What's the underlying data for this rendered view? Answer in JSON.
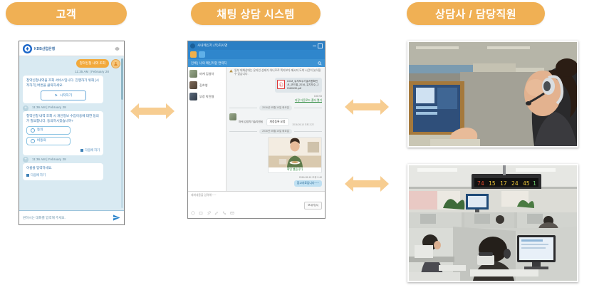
{
  "columns": {
    "customer": "고객",
    "system": "채팅 상담 시스템",
    "agent": "상담사 / 담당직원"
  },
  "colors": {
    "pill_bg": "#f0b054",
    "arrow": "#f7cd91",
    "mobile_chat_bg": "#d9eaf2",
    "outgoing_bubble": "#f2a93b",
    "incoming_text": "#2f6fa8",
    "pc_titlebar": "#2c7fc4"
  },
  "mobile": {
    "brand": "KDB산업은행",
    "logo_icon": "bank-logo-icon",
    "gear_icon": "gear-icon",
    "messages": [
      {
        "side": "out",
        "text": "청약신청 내역 조회",
        "timestamp": "11:35 AM | February 28"
      },
      {
        "side": "in",
        "text": "청약신청내역을 조회 서비스입니다.\n진행하기 위해 [시작하기] 버튼을 클릭하세요.",
        "button": "시작하기",
        "button_icon": "cursor-click-icon",
        "timestamp": "11:36 AM | February 28"
      },
      {
        "side": "in",
        "text": "청약신청 내역 조회 시 개인정보 수집이용에 대한 동의가 필요합니다.\n동의하시겠습니까?",
        "options": [
          "동의",
          "비동의"
        ],
        "later_label": "다음에 하기",
        "timestamp": "11:36 AM | February 28"
      },
      {
        "side": "in",
        "text": "이름을 입력하세요.",
        "later_label": "다음에 하기"
      }
    ],
    "input_placeholder": "원하시는 대화를 입력해 주세요.",
    "send_icon": "send-icon"
  },
  "pc": {
    "window_title": "사내메신저 (주)회사명",
    "tab_label": "전체 | 나의 메신저함 연락처",
    "search_icon": "search-icon",
    "minimize_icon": "minimize-icon",
    "maximize_icon": "maximize-icon",
    "toolbar_icons": [
      "people-icon",
      "refresh-icon"
    ],
    "contacts": [
      {
        "name": "마케 김영차",
        "avatar": "avatar-icon"
      },
      {
        "name": "김호영",
        "avatar": "avatar-icon"
      },
      {
        "name": "부장 박진형",
        "avatar": "avatar-icon"
      }
    ],
    "notice": {
      "icon": "warning-icon",
      "text": "일부 대화상대는 온라인 상태가 아니므로 쪽지보다 메시지 도착 시간이 늦어질 수 있습니다."
    },
    "file_message": {
      "icon": "pdf-file-icon",
      "filename": "UCM_유지보수기술지원확인서_코드별_2016_유지보수_20160430.pdf",
      "size": "186 KB",
      "download_label": "저장 다운로드 폴더 열기",
      "timestamp": "2016년 05월 10일 오후 2:15"
    },
    "date_divider_1": "2016년 05월 10일 화요일",
    "reply_message": {
      "sender": "마케 김영차기술지원팀",
      "text": "계정등록 요청",
      "timestamp": "2016-05-10 오후 2:22"
    },
    "date_divider_2": "2016년 05월 10일 화요일",
    "photo_message": {
      "caption": "확인 했습니다",
      "timestamp": "2016-05-10 오후 2:40"
    },
    "blue_message": {
      "text": "참고자료입니다~~~"
    },
    "input_placeholder": "대화내용을 입력해~~~",
    "send_label": "보내기(S)",
    "bottom_icons": [
      "emoji-icon",
      "screenshot-icon",
      "attachment-icon",
      "pencil-icon",
      "phone-icon",
      "mail-icon"
    ]
  },
  "photos": {
    "agent": {
      "alt": "headset-agent-photo"
    },
    "office": {
      "alt": "call-center-office-photo"
    }
  },
  "arrows": [
    {
      "name": "arrow-customer-to-system"
    },
    {
      "name": "arrow-system-to-agent-top"
    },
    {
      "name": "arrow-system-to-agent-bottom"
    }
  ]
}
